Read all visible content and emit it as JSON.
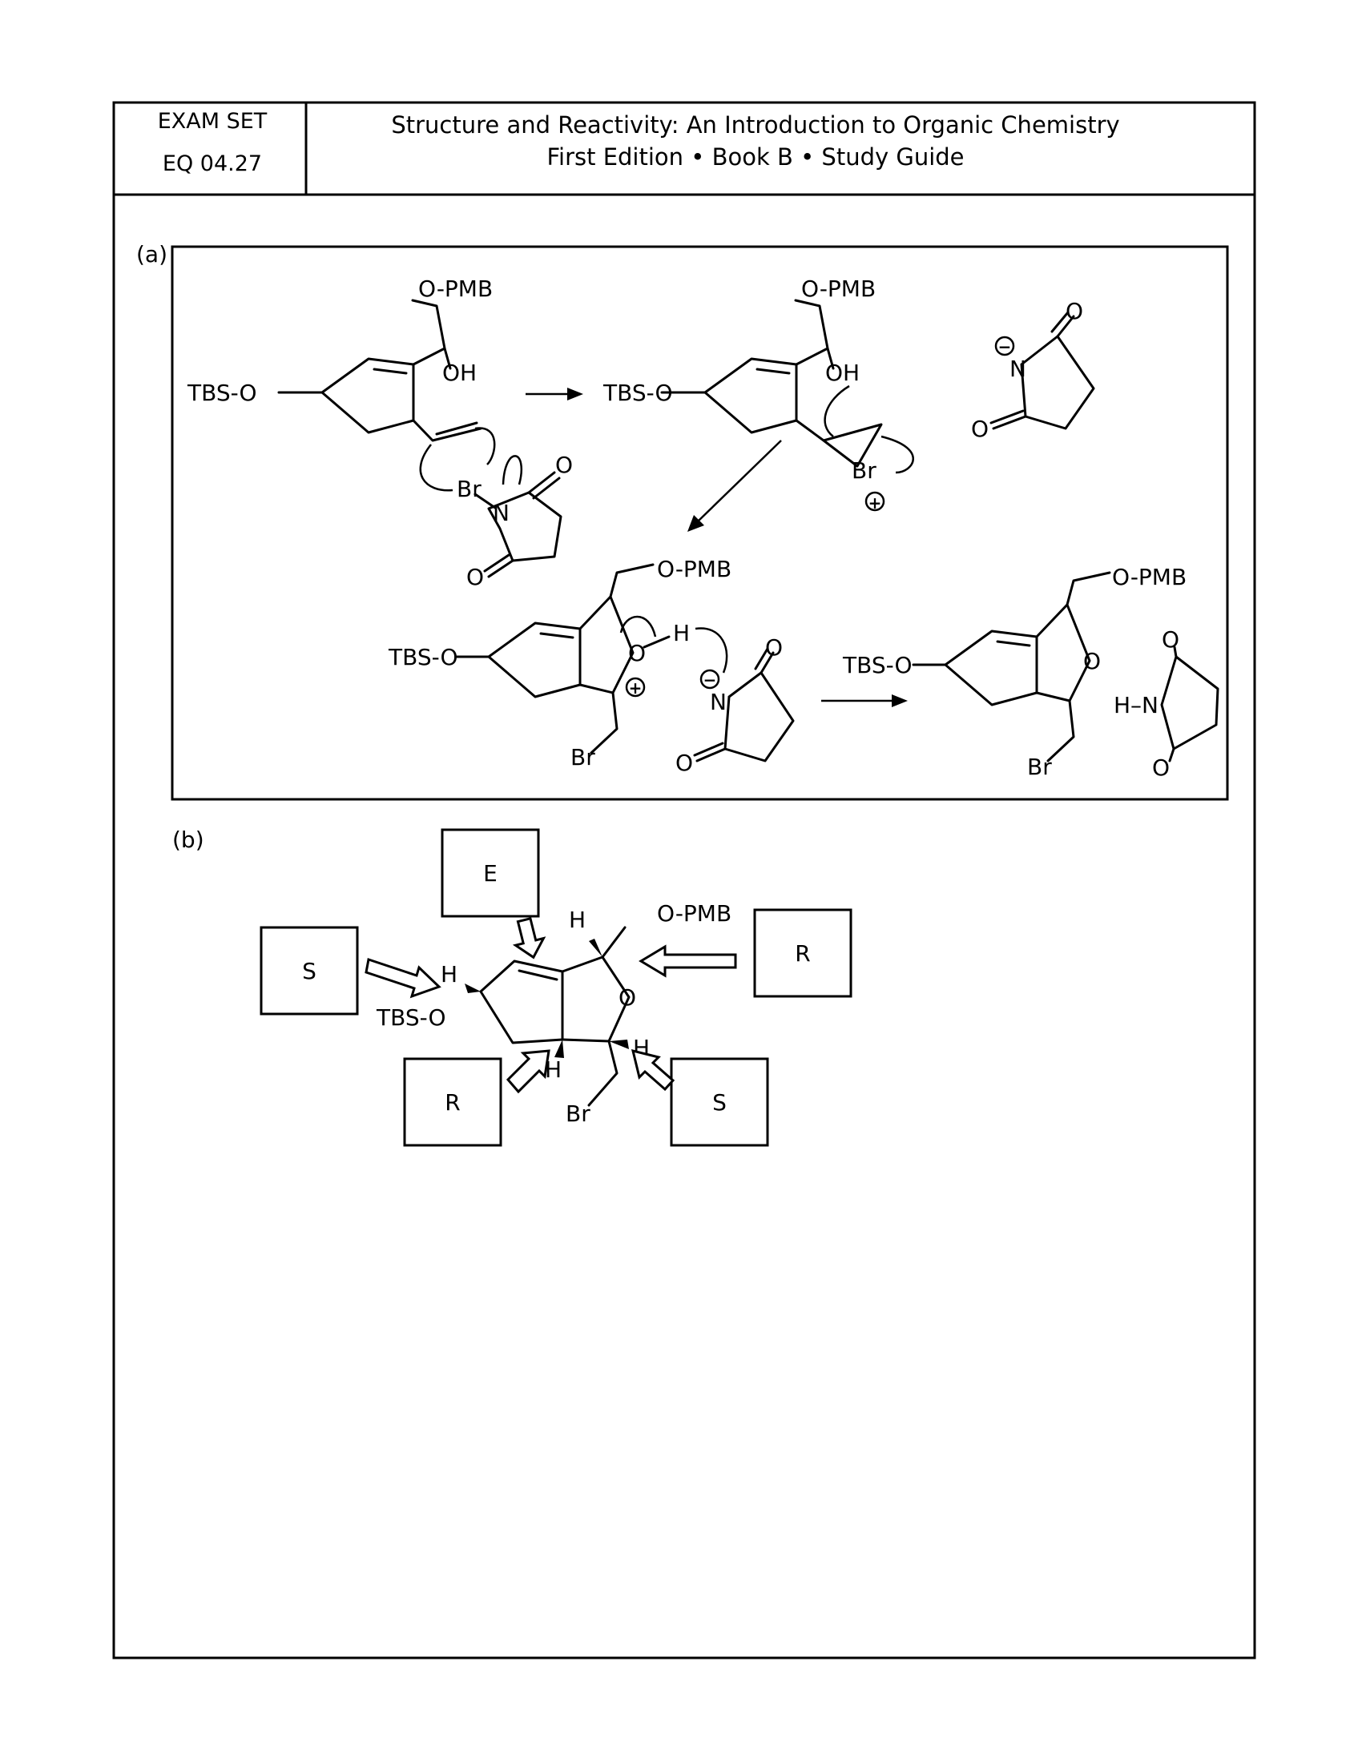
{
  "header": {
    "exam_set": "EXAM SET",
    "code": "EQ 04.27",
    "title": "Structure and Reactivity: An Introduction to Organic Chemistry",
    "subtitle": "First Edition • Book B • Study Guide"
  },
  "part_a": {
    "label": "(a)",
    "atoms": {
      "tbs_o": "TBS-O",
      "o_pmb": "O-PMB",
      "oh": "OH",
      "br": "Br",
      "n": "N",
      "o": "O",
      "h": "H",
      "h_n": "H–N"
    },
    "charges": {
      "plus": "+",
      "minus": "−"
    }
  },
  "part_b": {
    "label": "(b)",
    "atoms": {
      "tbs_o": "TBS-O",
      "o_pmb": "O-PMB",
      "o": "O",
      "br": "Br",
      "h": "H"
    },
    "answers": [
      {
        "id": "alkene",
        "value": "E"
      },
      {
        "id": "ch2opmb-carbon",
        "value": "R"
      },
      {
        "id": "tbso-carbon",
        "value": "S"
      },
      {
        "id": "ring-fusion-carbon",
        "value": "R"
      },
      {
        "id": "ch2br-carbon",
        "value": "S"
      }
    ]
  }
}
